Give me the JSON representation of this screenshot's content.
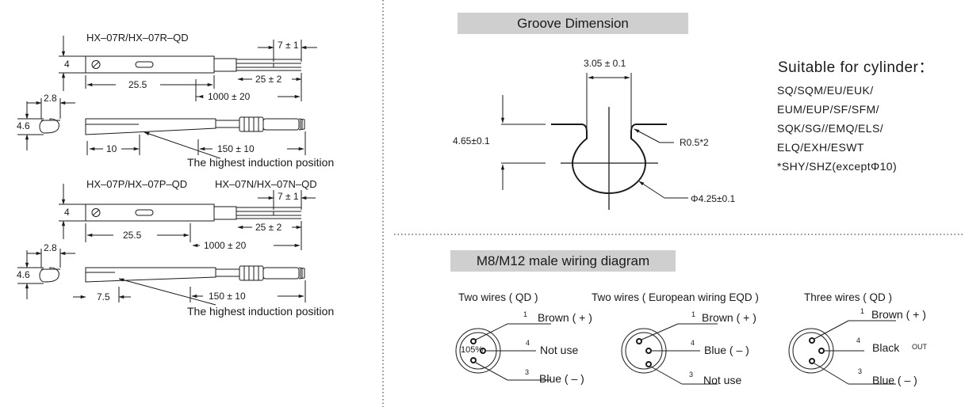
{
  "left": {
    "model1": "HX–07R/HX–07R–QD",
    "model2": "HX–07P/HX–07P–QD",
    "model3": "HX–07N/HX–07N–QD",
    "dims": {
      "d7": "7 ± 1",
      "d4": "4",
      "d25_5": "25.5",
      "d25": "25 ± 2",
      "d1000": "1000 ± 20",
      "d2_8": "2.8",
      "d4_6": "4.6",
      "d10": "10",
      "d150": "150 ± 10",
      "d7_5": "7.5"
    },
    "highest": "The highest induction position"
  },
  "groove": {
    "title": "Groove Dimension",
    "width": "3.05 ± 0.1",
    "height": "4.65±0.1",
    "radius": "R0.5*2",
    "diameter": "Φ4.25±0.1"
  },
  "cylinder": {
    "title": "Suitable for cylinder：",
    "lines": [
      "SQ/SQM/EU/EUK/",
      "EUM/EUP/SF/SFM/",
      "SQK/SG//EMQ/ELS/",
      "ELQ/EXH/ESWT",
      "*SHY/SHZ(exceptΦ10)"
    ]
  },
  "wiring": {
    "title": "M8/M12 male wiring diagram",
    "two_wires": {
      "label": "Two wires ( QD )",
      "pin1": "Brown ( + )",
      "pin4": "Not   use",
      "pin3": "Blue ( – )",
      "center": "105%"
    },
    "european": {
      "label": "Two wires ( European wiring EQD )",
      "pin1": "Brown ( + )",
      "pin4": "Blue ( – )",
      "pin3": "Not   use"
    },
    "three_wires": {
      "label": "Three wires ( QD )",
      "pin1": "Brown ( + )",
      "pin4": "Black",
      "pin4_sub": "OUT",
      "pin3": "Blue ( – )"
    },
    "pins": {
      "p1": "1",
      "p3": "3",
      "p4": "4"
    }
  }
}
